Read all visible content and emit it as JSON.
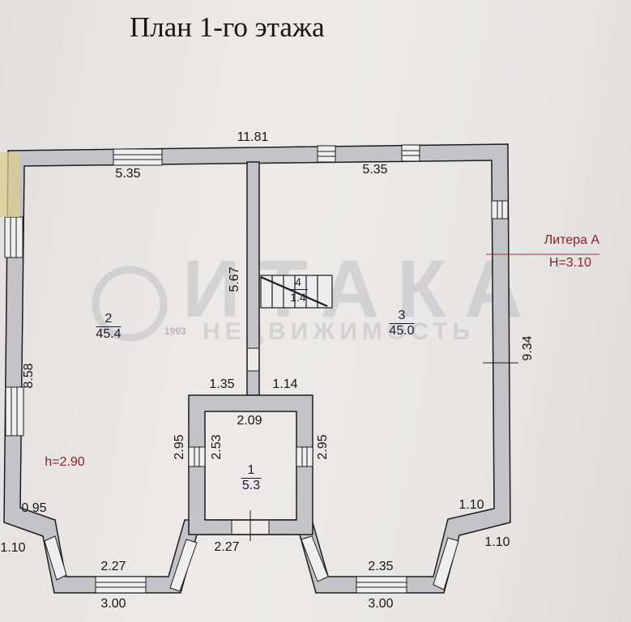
{
  "title": "План 1-го этажа",
  "litera": {
    "name": "Литера А",
    "height": "H=3.10"
  },
  "ceiling_height": "h=2.90",
  "rooms": [
    {
      "num": "2",
      "area": "45.4"
    },
    {
      "num": "3",
      "area": "45.0"
    },
    {
      "num": "4",
      "area": "1.4"
    },
    {
      "num": "1",
      "area": "5.3"
    }
  ],
  "dimensions": {
    "top_total": "11.81",
    "top_left": "5.35",
    "top_right": "5.35",
    "mid_wall": "5.67",
    "left_height": "8.58",
    "right_height": "9.34",
    "hall_left_top": "1.35",
    "hall_right_top": "1.14",
    "hall_inner_width": "2.09",
    "hall_inner_height": "2.53",
    "hall_left_outer": "2.95",
    "hall_right_outer": "2.95",
    "hall_bottom": "2.27",
    "left_corner_top": "0.95",
    "left_corner_side": "1.10",
    "left_bay_inner": "2.27",
    "left_bay_outer": "3.00",
    "right_corner_top": "1.10",
    "right_corner_side": "1.10",
    "right_bay_inner": "2.35",
    "right_bay_outer": "3.00"
  },
  "watermark": {
    "brand": "ИТАКА",
    "year": "1993",
    "subtitle": "НЕДВИЖИМОСТЬ"
  },
  "colors": {
    "wall_fill": "#c4c4c8",
    "wall_stroke": "#1c1c1c",
    "red_text": "#8a2224",
    "leader_line": "#b02a2c"
  }
}
